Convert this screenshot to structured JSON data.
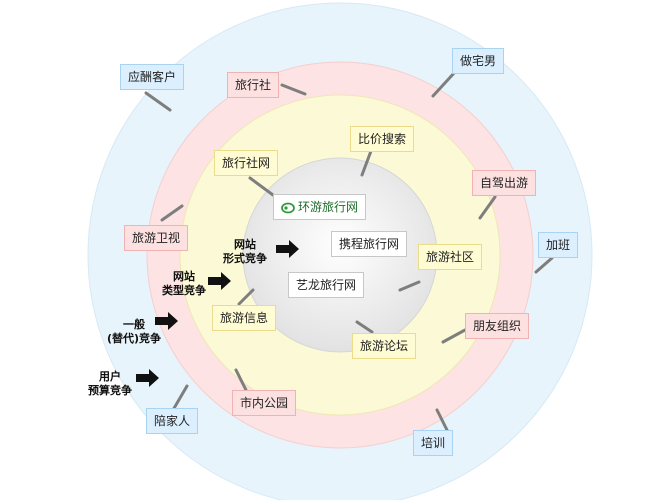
{
  "rings": {
    "outer_color": "#e6f3fb",
    "middle_color": "#fde3e3",
    "inner_color": "#fcfbd8",
    "core_color": "#eeeeee"
  },
  "outer_labels": {
    "entertain": "应酬客户",
    "otaku": "做宅男",
    "overtime": "加班",
    "training": "培训",
    "accompany": "陪家人"
  },
  "middle_labels": {
    "agency": "旅行社",
    "self_drive": "自驾出游",
    "friends": "朋友组织",
    "city_park": "市内公园",
    "tv": "旅游卫视"
  },
  "inner_labels": {
    "agency_web": "旅行社网",
    "price_search": "比价搜索",
    "community": "旅游社区",
    "forum": "旅游论坛",
    "travel_info": "旅游信息"
  },
  "core_labels": {
    "huanyou": "环游旅行网",
    "ctrip": "携程旅行网",
    "elong": "艺龙旅行网"
  },
  "competition": [
    {
      "line1": "网站",
      "line2": "形式竞争"
    },
    {
      "line1": "网站",
      "line2": "类型竞争"
    },
    {
      "line1": "一般",
      "line2": "(替代)竞争"
    },
    {
      "line1": "用户",
      "line2": "预算竞争"
    }
  ]
}
